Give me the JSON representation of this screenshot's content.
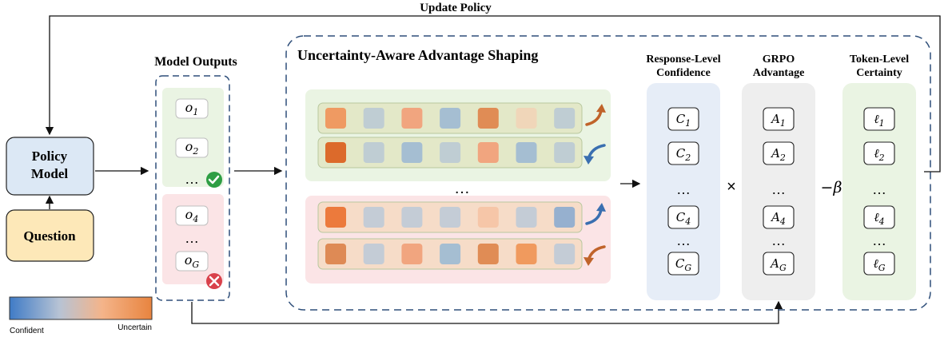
{
  "title_top": "Update Policy",
  "policy_model": {
    "line1": "Policy",
    "line2": "Model"
  },
  "question": "Question",
  "model_outputs": {
    "title": "Model Outputs",
    "correct": [
      {
        "base": "o",
        "sub": "1"
      },
      {
        "base": "o",
        "sub": "2"
      }
    ],
    "correct_ellipsis": "…",
    "incorrect": [
      {
        "base": "o",
        "sub": "4"
      },
      {
        "base": "o",
        "sub": "G"
      }
    ],
    "incorrect_ellipsis": "…"
  },
  "shaping": {
    "title": "Uncertainty-Aware Advantage Shaping",
    "middle_ellipsis": "…",
    "rows": [
      {
        "group": "correct",
        "arrow": "up",
        "arrow_color": "#c0632a",
        "tokens": [
          "#ef9a62",
          "#bfcdd3",
          "#f1a57f",
          "#a5bed2",
          "#e08c55",
          "#f0d6b9",
          "#bfcdd3"
        ]
      },
      {
        "group": "correct",
        "arrow": "down",
        "arrow_color": "#3a6fb0",
        "tokens": [
          "#dc6a2b",
          "#bfcdd3",
          "#a5bed2",
          "#bfcdd3",
          "#f1a57f",
          "#a5bed2",
          "#bfcdd3"
        ]
      },
      {
        "group": "incorrect",
        "arrow": "up",
        "arrow_color": "#3a6fb0",
        "tokens": [
          "#ec7a3c",
          "#c4ccd6",
          "#c4ccd6",
          "#c4ccd6",
          "#f6c6a8",
          "#c4ccd6",
          "#96b0cf"
        ]
      },
      {
        "group": "incorrect",
        "arrow": "down",
        "arrow_color": "#c0632a",
        "tokens": [
          "#de8a55",
          "#c4ccd6",
          "#f1a57f",
          "#a5bed2",
          "#e08c55",
          "#f09a5e",
          "#c4ccd6"
        ]
      }
    ]
  },
  "columns": [
    {
      "title1": "Response-Level",
      "title2": "Confidence",
      "bg": "#e6edf7",
      "items": [
        {
          "base": "C",
          "sub": "1"
        },
        {
          "base": "C",
          "sub": "2"
        },
        {
          "ellipsis": "…"
        },
        {
          "base": "C",
          "sub": "4"
        },
        {
          "ellipsis": "…"
        },
        {
          "base": "C",
          "sub": "G"
        }
      ]
    },
    {
      "title1": "GRPO",
      "title2": "Advantage",
      "bg": "#eeeeee",
      "items": [
        {
          "base": "A",
          "sub": "1"
        },
        {
          "base": "A",
          "sub": "2"
        },
        {
          "ellipsis": "…"
        },
        {
          "base": "A",
          "sub": "4"
        },
        {
          "ellipsis": "…"
        },
        {
          "base": "A",
          "sub": "G"
        }
      ]
    },
    {
      "title1": "Token-Level",
      "title2": "Certainty",
      "bg": "#eaf4e3",
      "items": [
        {
          "base": "ℓ",
          "sub": "1"
        },
        {
          "base": "ℓ",
          "sub": "2"
        },
        {
          "ellipsis": "…"
        },
        {
          "base": "ℓ",
          "sub": "4"
        },
        {
          "ellipsis": "…"
        },
        {
          "base": "ℓ",
          "sub": "G"
        }
      ]
    }
  ],
  "operators": {
    "times": "×",
    "minus_beta": "−β"
  },
  "legend": {
    "left": "Confident",
    "right": "Uncertain",
    "color_start": "#3f7bc6",
    "color_end": "#e8843f"
  },
  "colors": {
    "dashed": "#2f4f7a",
    "policy_bg": "#dce8f5",
    "question_bg": "#fde8b8",
    "correct_bg": "#eaf4e3",
    "incorrect_bg": "#fbe4e6",
    "check": "#2e9e44",
    "cross": "#d9414b"
  }
}
